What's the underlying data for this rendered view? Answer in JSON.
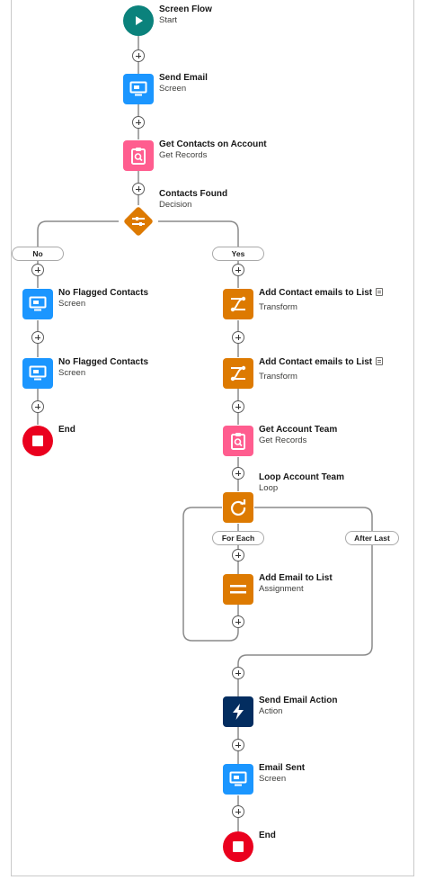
{
  "colors": {
    "start": "#0b827c",
    "screen": "#1b96ff",
    "get_records": "#ff5d8f",
    "decision": "#dd7a01",
    "transform": "#dd7a01",
    "loop": "#dd7a01",
    "assignment": "#dd7a01",
    "action": "#032d60",
    "end": "#ea001e",
    "connector": "#8a8a8a"
  },
  "flow": {
    "start": {
      "title": "Screen Flow",
      "subtitle": "Start",
      "icon": "play-icon"
    },
    "send_email": {
      "title": "Send Email",
      "subtitle": "Screen",
      "icon": "screen-icon"
    },
    "get_contacts": {
      "title": "Get Contacts on Account",
      "subtitle": "Get Records",
      "icon": "clipboard-search-icon"
    },
    "decision": {
      "title": "Contacts Found",
      "subtitle": "Decision",
      "icon": "decision-icon"
    },
    "branches": {
      "no": "No",
      "yes": "Yes"
    },
    "no_branch": [
      {
        "title": "No Flagged Contacts",
        "subtitle": "Screen",
        "icon": "screen-icon"
      },
      {
        "title": "No Flagged Contacts",
        "subtitle": "Screen",
        "icon": "screen-icon"
      },
      {
        "title": "End",
        "subtitle": "",
        "icon": "stop-icon"
      }
    ],
    "yes_branch": [
      {
        "title": "Add Contact emails to List",
        "subtitle": "Transform",
        "icon": "transform-icon"
      },
      {
        "title": "Add Contact emails to List",
        "subtitle": "Transform",
        "icon": "transform-icon"
      },
      {
        "title": "Get Account Team",
        "subtitle": "Get Records",
        "icon": "clipboard-search-icon"
      }
    ],
    "loop": {
      "title": "Loop Account Team",
      "subtitle": "Loop",
      "icon": "loop-icon",
      "for_each": "For Each",
      "after_last": "After Last"
    },
    "assignment": {
      "title": "Add Email to List",
      "subtitle": "Assignment",
      "icon": "equals-icon"
    },
    "after_loop": [
      {
        "title": "Send Email Action",
        "subtitle": "Action",
        "icon": "lightning-icon"
      },
      {
        "title": "Email Sent",
        "subtitle": "Screen",
        "icon": "screen-icon"
      },
      {
        "title": "End",
        "subtitle": "",
        "icon": "stop-icon"
      }
    ]
  }
}
